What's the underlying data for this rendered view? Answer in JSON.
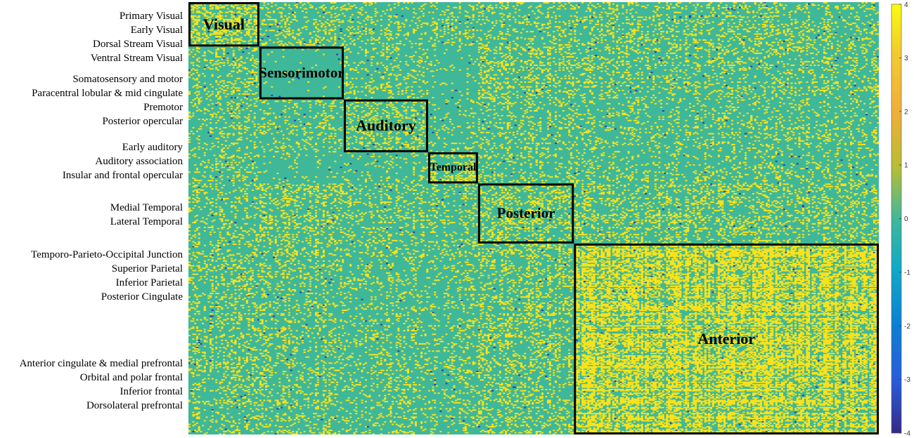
{
  "row_groups": [
    {
      "label": "Primary Visual"
    },
    {
      "label": "Early Visual"
    },
    {
      "label": "Dorsal Stream Visual"
    },
    {
      "label": "Ventral Stream Visual"
    },
    {
      "label": "Somatosensory and motor"
    },
    {
      "label": "Paracentral lobular & mid cingulate"
    },
    {
      "label": "Premotor"
    },
    {
      "label": "Posterior opercular"
    },
    {
      "label": "Early auditory"
    },
    {
      "label": "Auditory association"
    },
    {
      "label": "Insular and frontal opercular"
    },
    {
      "label": "Medial Temporal"
    },
    {
      "label": "Lateral Temporal"
    },
    {
      "label": "Temporo-Parieto-Occipital Junction"
    },
    {
      "label": "Superior Parietal"
    },
    {
      "label": "Inferior Parietal"
    },
    {
      "label": "Posterior Cingulate"
    },
    {
      "label": "Anterior cingulate & medial prefrontal"
    },
    {
      "label": "Orbital and polar frontal"
    },
    {
      "label": "Inferior frontal"
    },
    {
      "label": "Dorsolateral prefrontal"
    }
  ],
  "chart_data": {
    "type": "heatmap",
    "title": "",
    "xlabel": "",
    "ylabel": "",
    "n_regions": 360,
    "colormap": "parula",
    "colors": {
      "background": "#3fb89a",
      "high": "#f9e21a",
      "low": "#2a3fa8",
      "box": "#000000"
    },
    "clim": [
      -4,
      4
    ],
    "colorbar_ticks": [
      "4",
      "3",
      "2",
      "1",
      "0",
      "-1",
      "-2",
      "-3",
      "-4"
    ],
    "modules": [
      {
        "name": "Visual",
        "start": 0,
        "end": 37
      },
      {
        "name": "Sensorimotor",
        "start": 37,
        "end": 81
      },
      {
        "name": "Auditory",
        "start": 81,
        "end": 125
      },
      {
        "name": "Temporal",
        "start": 125,
        "end": 151
      },
      {
        "name": "Posterior",
        "start": 151,
        "end": 201
      },
      {
        "name": "Anterior",
        "start": 201,
        "end": 360
      }
    ],
    "module_density": [
      [
        0.3,
        0.14,
        0.12,
        0.14,
        0.12,
        0.14
      ],
      [
        0.18,
        0.03,
        0.14,
        0.05,
        0.2,
        0.14
      ],
      [
        0.08,
        0.14,
        0.2,
        0.1,
        0.14,
        0.12
      ],
      [
        0.16,
        0.06,
        0.18,
        0.3,
        0.14,
        0.12
      ],
      [
        0.15,
        0.12,
        0.14,
        0.12,
        0.22,
        0.18
      ],
      [
        0.1,
        0.16,
        0.15,
        0.12,
        0.16,
        0.42
      ]
    ],
    "negative_fraction": 0.004
  }
}
